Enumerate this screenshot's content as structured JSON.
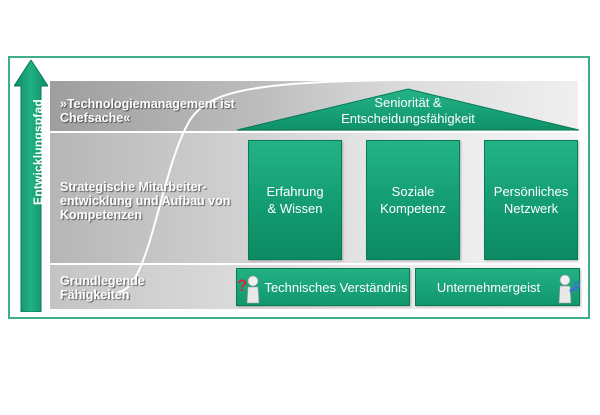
{
  "axis": {
    "label": "Entwicklungspfad"
  },
  "levels": {
    "top": {
      "label": "»Technologiemanagement ist Chefsache«"
    },
    "middle": {
      "label": "Strategische Mitarbeiter-entwicklung und Aufbau von Kompetenzen"
    },
    "bottom": {
      "label": "Grundlegende Fähigkeiten"
    }
  },
  "roof": {
    "line1": "Seniorität &",
    "line2": "Entscheidungsfähigkeit"
  },
  "pillars": [
    {
      "line1": "Erfahrung",
      "line2": "& Wissen"
    },
    {
      "line1": "Soziale",
      "line2": "Kompetenz"
    },
    {
      "line1": "Persönliches",
      "line2": "Netzwerk"
    }
  ],
  "foundation": [
    {
      "label": "Technisches Verständnis",
      "icon": "thinking-figure-icon"
    },
    {
      "label": "Unternehmergeist",
      "icon": "figure-with-key-icon"
    }
  ],
  "colors": {
    "accent": "#12996f",
    "frame": "#3fae8a",
    "band_dark": "#9e9e9e"
  }
}
